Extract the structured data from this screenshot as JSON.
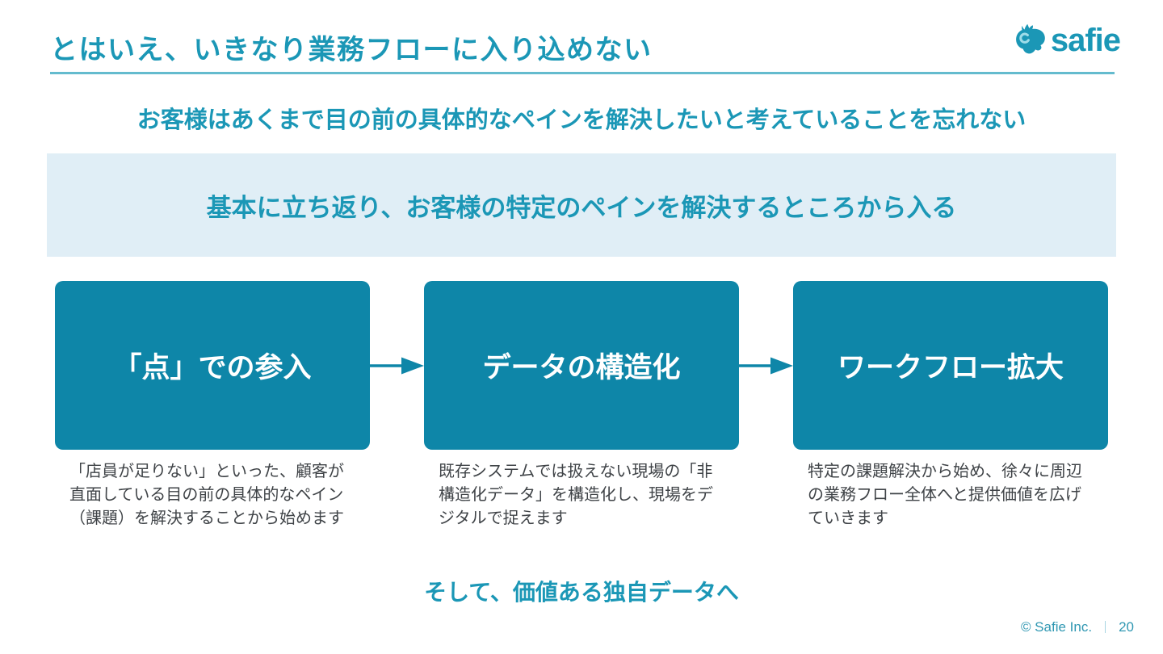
{
  "slide": {
    "title": "とはいえ、いきなり業務フローに入り込めない",
    "subtitle": "お客様はあくまで目の前の具体的なペインを解決したいと考えていることを忘れない",
    "highlight_banner": "基本に立ち返り、お客様の特定のペインを解決するところから入る",
    "flow": {
      "steps": [
        {
          "label": "「点」での参入",
          "description": "「店員が足りない」といった、顧客が直面している目の前の具体的なペイン（課題）を解決することから始めます"
        },
        {
          "label": "データの構造化",
          "description": "既存システムでは扱えない現場の「非構造化データ」を構造化し、現場をデジタルで捉えます"
        },
        {
          "label": "ワークフロー拡大",
          "description": "特定の課題解決から始め、徐々に周辺の業務フロー全体へと提供価値を広げていきます"
        }
      ]
    },
    "conclusion": "そして、価値ある独自データへ",
    "logo": {
      "text": "safie",
      "mascot_icon": "safie-bird-icon"
    },
    "footer": {
      "copyright": "© Safie Inc.",
      "divider": "｜",
      "page_number": "20"
    },
    "colors": {
      "accent_text": "#1b97b6",
      "box_fill": "#0e86a8",
      "banner_bg": "#e0eef6",
      "rule": "#64bbce",
      "body_text": "#3f4347",
      "box_label": "#ffffff"
    }
  }
}
